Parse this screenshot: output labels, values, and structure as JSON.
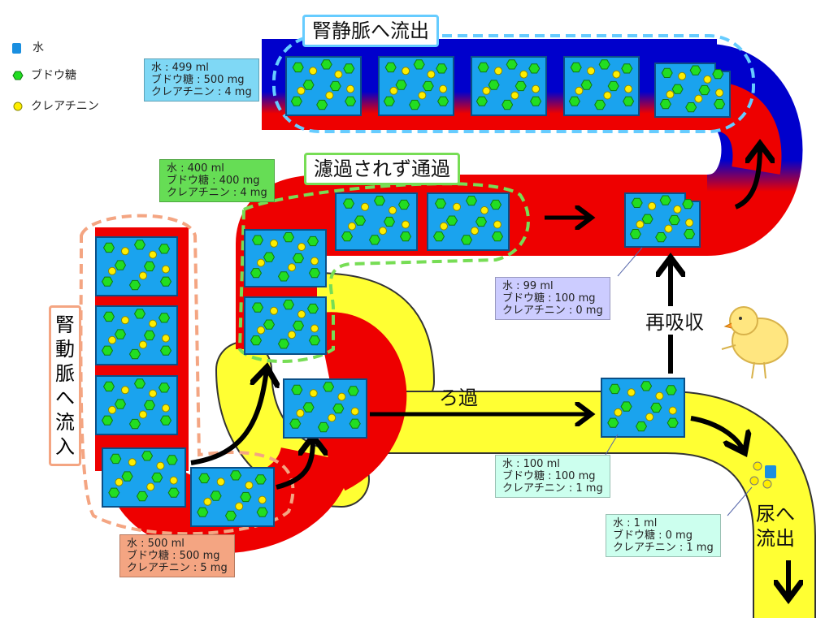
{
  "legend": {
    "water": "水",
    "glucose": "ブドウ糖",
    "creatinine": "クレアチニン"
  },
  "labels": {
    "renal_vein_out": "腎静脈へ流出",
    "not_filtered": "濾過されず通過",
    "renal_artery_in_chars": [
      "腎",
      "動",
      "脈",
      "へ",
      "流",
      "入"
    ],
    "filtration": "ろ過",
    "reabsorption": "再吸収",
    "urine_out_line1": "尿へ",
    "urine_out_line2": "流出"
  },
  "boxes": {
    "renal_vein": {
      "water": "水 : 499 ml",
      "glucose": "ブドウ糖 : 500 mg",
      "creatinine": "クレアチニン : 4 mg"
    },
    "not_filtered": {
      "water": "水 : 400 ml",
      "glucose": "ブドウ糖 : 400 mg",
      "creatinine": "クレアチニン : 4 mg"
    },
    "reabsorbed": {
      "water": "水 : 99 ml",
      "glucose": "ブドウ糖 : 100 mg",
      "creatinine": "クレアチニン : 0 mg"
    },
    "renal_artery": {
      "water": "水 : 500 ml",
      "glucose": "ブドウ糖 : 500 mg",
      "creatinine": "クレアチニン : 5 mg"
    },
    "filtered": {
      "water": "水 : 100 ml",
      "glucose": "ブドウ糖 : 100 mg",
      "creatinine": "クレアチニン : 1 mg"
    },
    "urine": {
      "water": "水 : 1 ml",
      "glucose": "ブドウ糖 : 0 mg",
      "creatinine": "クレアチニン : 1 mg"
    }
  },
  "colors": {
    "artery_red": "#ee0000",
    "vein_blue": "#0000cc",
    "tubule_yellow": "#ffff33",
    "packet_blue": "#1aa3ee",
    "glucose_green": "#22dd22",
    "creatinine_yellow": "#ffee00",
    "renal_vein_box": "#7fd8f5",
    "not_filtered_box": "#66dd55",
    "reabsorbed_box": "#ccccff",
    "renal_artery_box": "#f4a582",
    "filtered_box": "#ccffee",
    "urine_box": "#ccffee"
  }
}
